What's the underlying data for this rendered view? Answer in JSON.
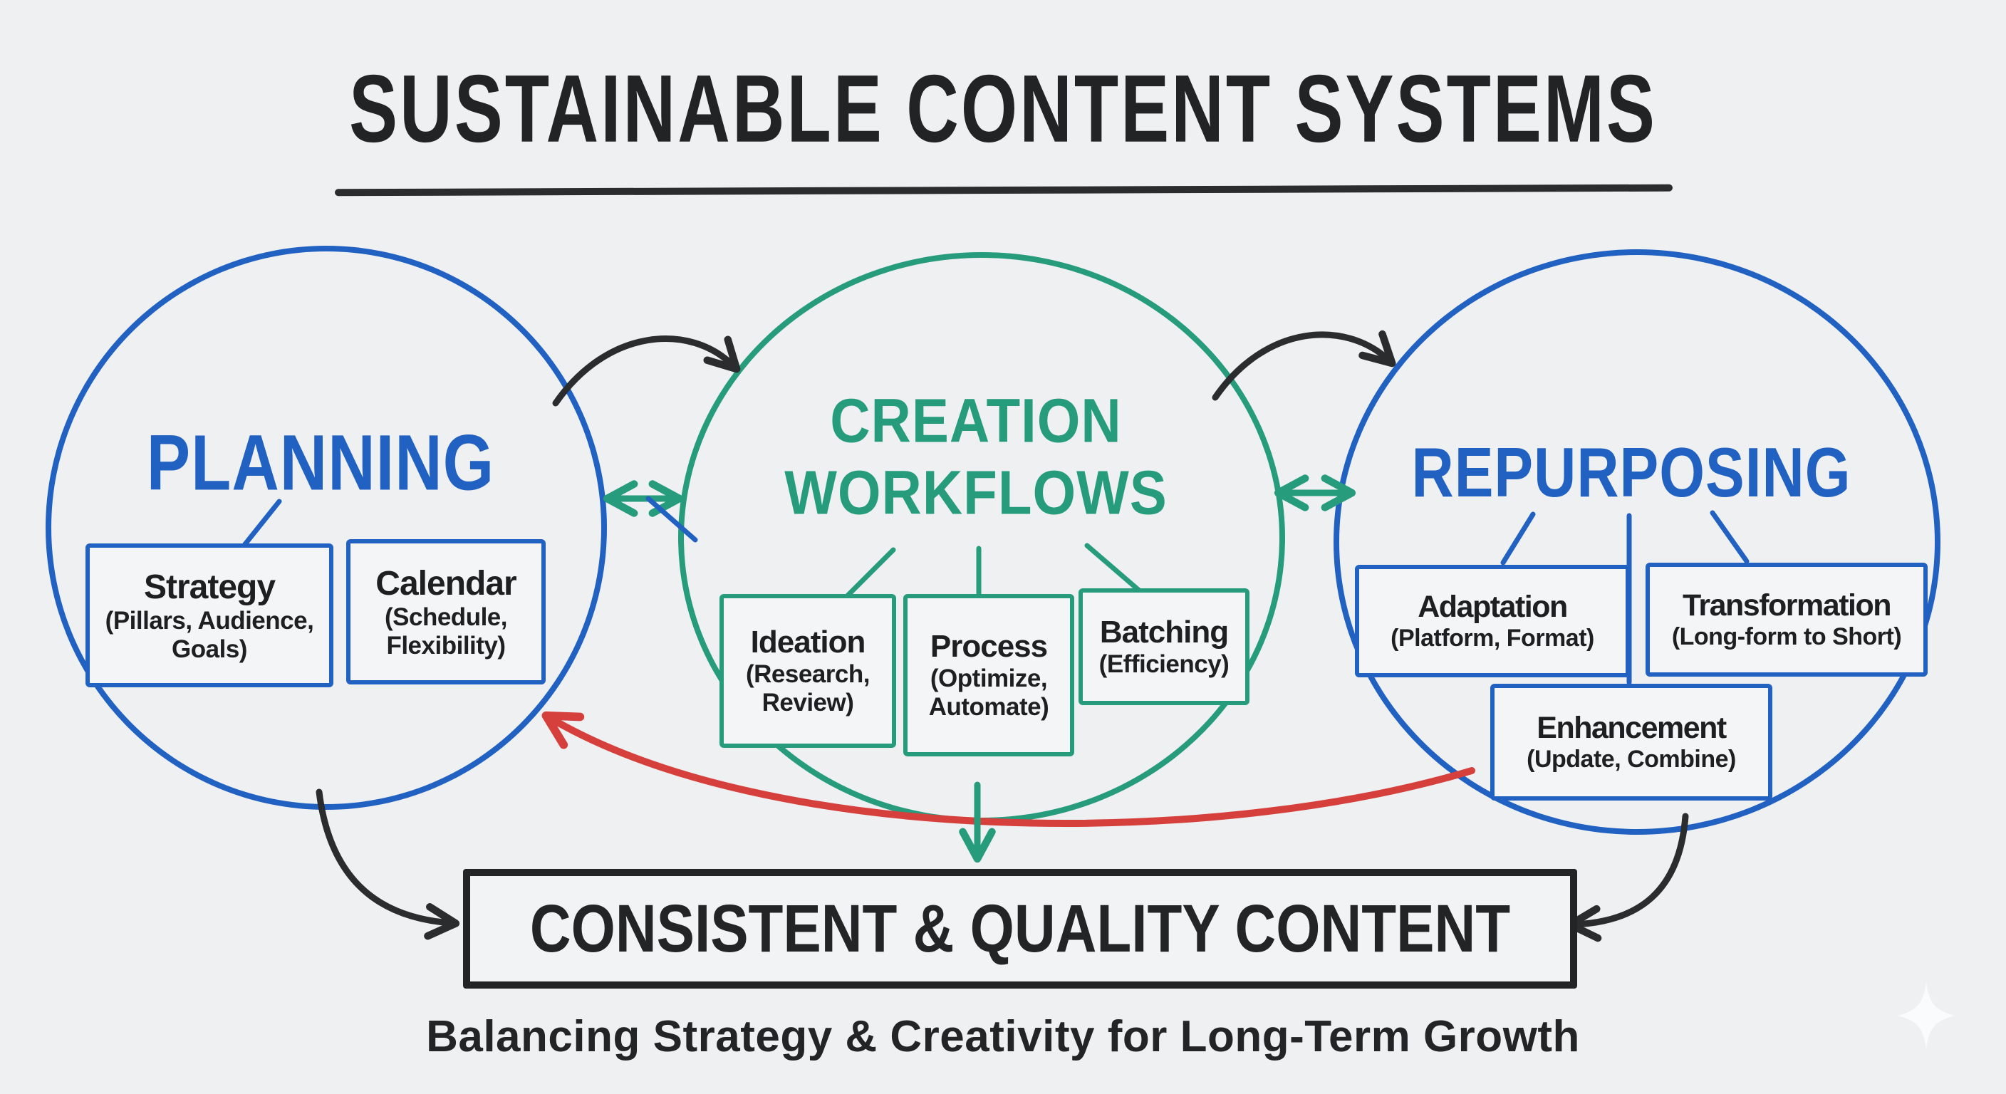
{
  "title": {
    "text": "SUSTAINABLE CONTENT SYSTEMS"
  },
  "circles": [
    {
      "name": "planning",
      "lines": [
        "PLANNING"
      ],
      "color": "#2161c1",
      "boxes": [
        {
          "title": "Strategy",
          "sub_lines": [
            "(Pillars, Audience,",
            "Goals)"
          ]
        },
        {
          "title": "Calendar",
          "sub_lines": [
            "(Schedule,",
            "Flexibility)"
          ]
        }
      ]
    },
    {
      "name": "creation-workflows",
      "lines": [
        "CREATION",
        "WORKFLOWS"
      ],
      "color": "#269c7d",
      "boxes": [
        {
          "title": "Ideation",
          "sub_lines": [
            "(Research,",
            "Review)"
          ]
        },
        {
          "title": "Process",
          "sub_lines": [
            "(Optimize,",
            "Automate)"
          ]
        },
        {
          "title": "Batching",
          "sub_lines": [
            "(Efficiency)"
          ]
        }
      ]
    },
    {
      "name": "repurposing",
      "lines": [
        "REPURPOSING"
      ],
      "color": "#2161c1",
      "boxes": [
        {
          "title": "Adaptation",
          "sub_lines": [
            "(Platform, Format)"
          ]
        },
        {
          "title": "Transformation",
          "sub_lines": [
            "(Long-form to Short)"
          ]
        },
        {
          "title": "Enhancement",
          "sub_lines": [
            "(Update, Combine)"
          ]
        }
      ]
    }
  ],
  "output_box": {
    "text": "CONSISTENT & QUALITY CONTENT"
  },
  "tagline": {
    "text": "Balancing Strategy & Creativity for Long-Term Growth"
  },
  "arrows": [
    {
      "name": "planning-to-creation",
      "color": "#2a2c2e",
      "style": "curved-right-arrow"
    },
    {
      "name": "creation-to-repurposing",
      "color": "#2a2c2e",
      "style": "curved-right-arrow"
    },
    {
      "name": "planning-creation-bidirectional",
      "color": "#269c7d",
      "style": "double-headed-arrow"
    },
    {
      "name": "creation-repurposing-bidirectional",
      "color": "#269c7d",
      "style": "double-headed-arrow"
    },
    {
      "name": "repurposing-to-planning-feedback",
      "color": "#d6403c",
      "style": "curved-left-arrow"
    },
    {
      "name": "creation-to-output",
      "color": "#269c7d",
      "style": "straight-down-arrow"
    },
    {
      "name": "planning-to-output",
      "color": "#2a2c2e",
      "style": "curved-down-arrow"
    },
    {
      "name": "repurposing-to-output",
      "color": "#2a2c2e",
      "style": "curved-down-arrow"
    }
  ],
  "icons": {
    "sparkle": "sparkle-icon"
  },
  "colors": {
    "background": "#eef0f2",
    "blue": "#2161c1",
    "teal": "#269c7d",
    "black": "#2a2c2e",
    "red": "#d6403c",
    "box_background": "#f3f5f7",
    "text": "#1d1f21"
  }
}
